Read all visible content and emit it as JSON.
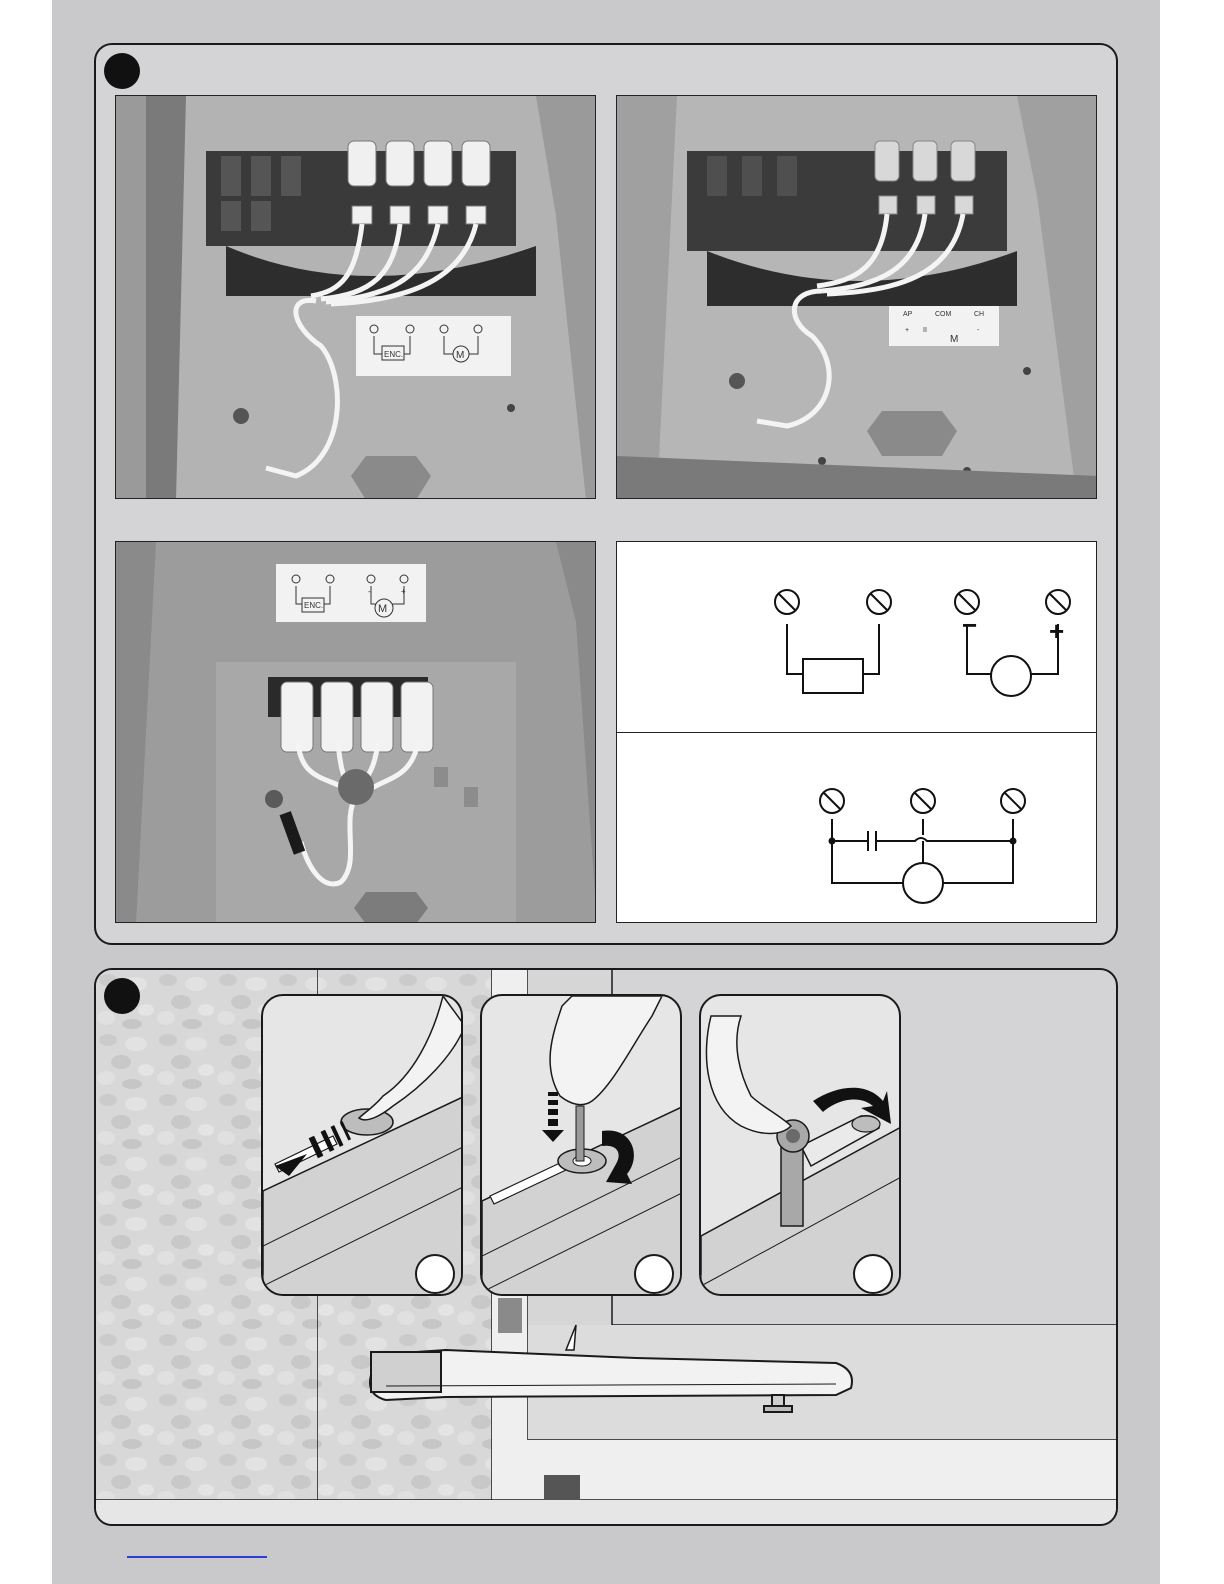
{
  "figure_a": {
    "badge": "",
    "photo1_label": {
      "enc": "ENC.",
      "motor": "M"
    },
    "photo2_label": {
      "ap": "AP",
      "com": "COM",
      "ch": "CH",
      "motor": "M",
      "sym_plus": "+",
      "sym_mid": "II",
      "sym_minus": "-"
    },
    "photo3_label": {
      "enc": "ENC.",
      "motor": "M",
      "minus": "-",
      "plus": "+"
    },
    "diagram_top": {
      "minus": "−",
      "plus": "+"
    }
  },
  "figure_b": {
    "badge": "",
    "step1_number": "",
    "step2_number": "",
    "step3_number": ""
  },
  "colors": {
    "sheet": "#c9c9cb",
    "panel": "#d4d4d6",
    "link_underline": "#2a3fd6"
  }
}
